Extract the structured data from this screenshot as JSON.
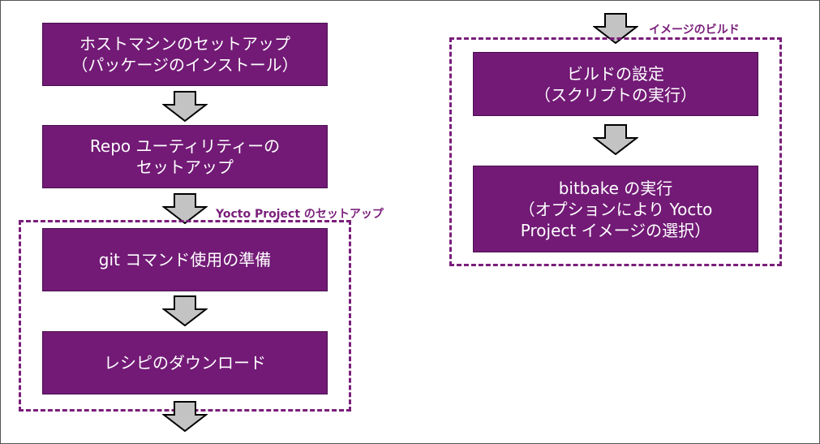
{
  "colors": {
    "box_bg": "#721A76",
    "group_border": "#7A1E7A",
    "arrow_fill": "#C3C3C3",
    "arrow_stroke": "#000000"
  },
  "left_flow": {
    "host_setup": "ホストマシンのセットアップ\n（パッケージのインストール）",
    "repo_setup": "Repo ユーティリティーの\nセットアップ",
    "group_label": "Yocto Project のセットアップ",
    "git_prep": "git コマンド使用の準備",
    "recipe_download": "レシピのダウンロード"
  },
  "right_flow": {
    "group_label": "イメージのビルド",
    "build_config": "ビルドの設定\n（スクリプトの実行）",
    "bitbake_run": "bitbake の実行\n（オプションにより Yocto\nProject イメージの選択）"
  }
}
